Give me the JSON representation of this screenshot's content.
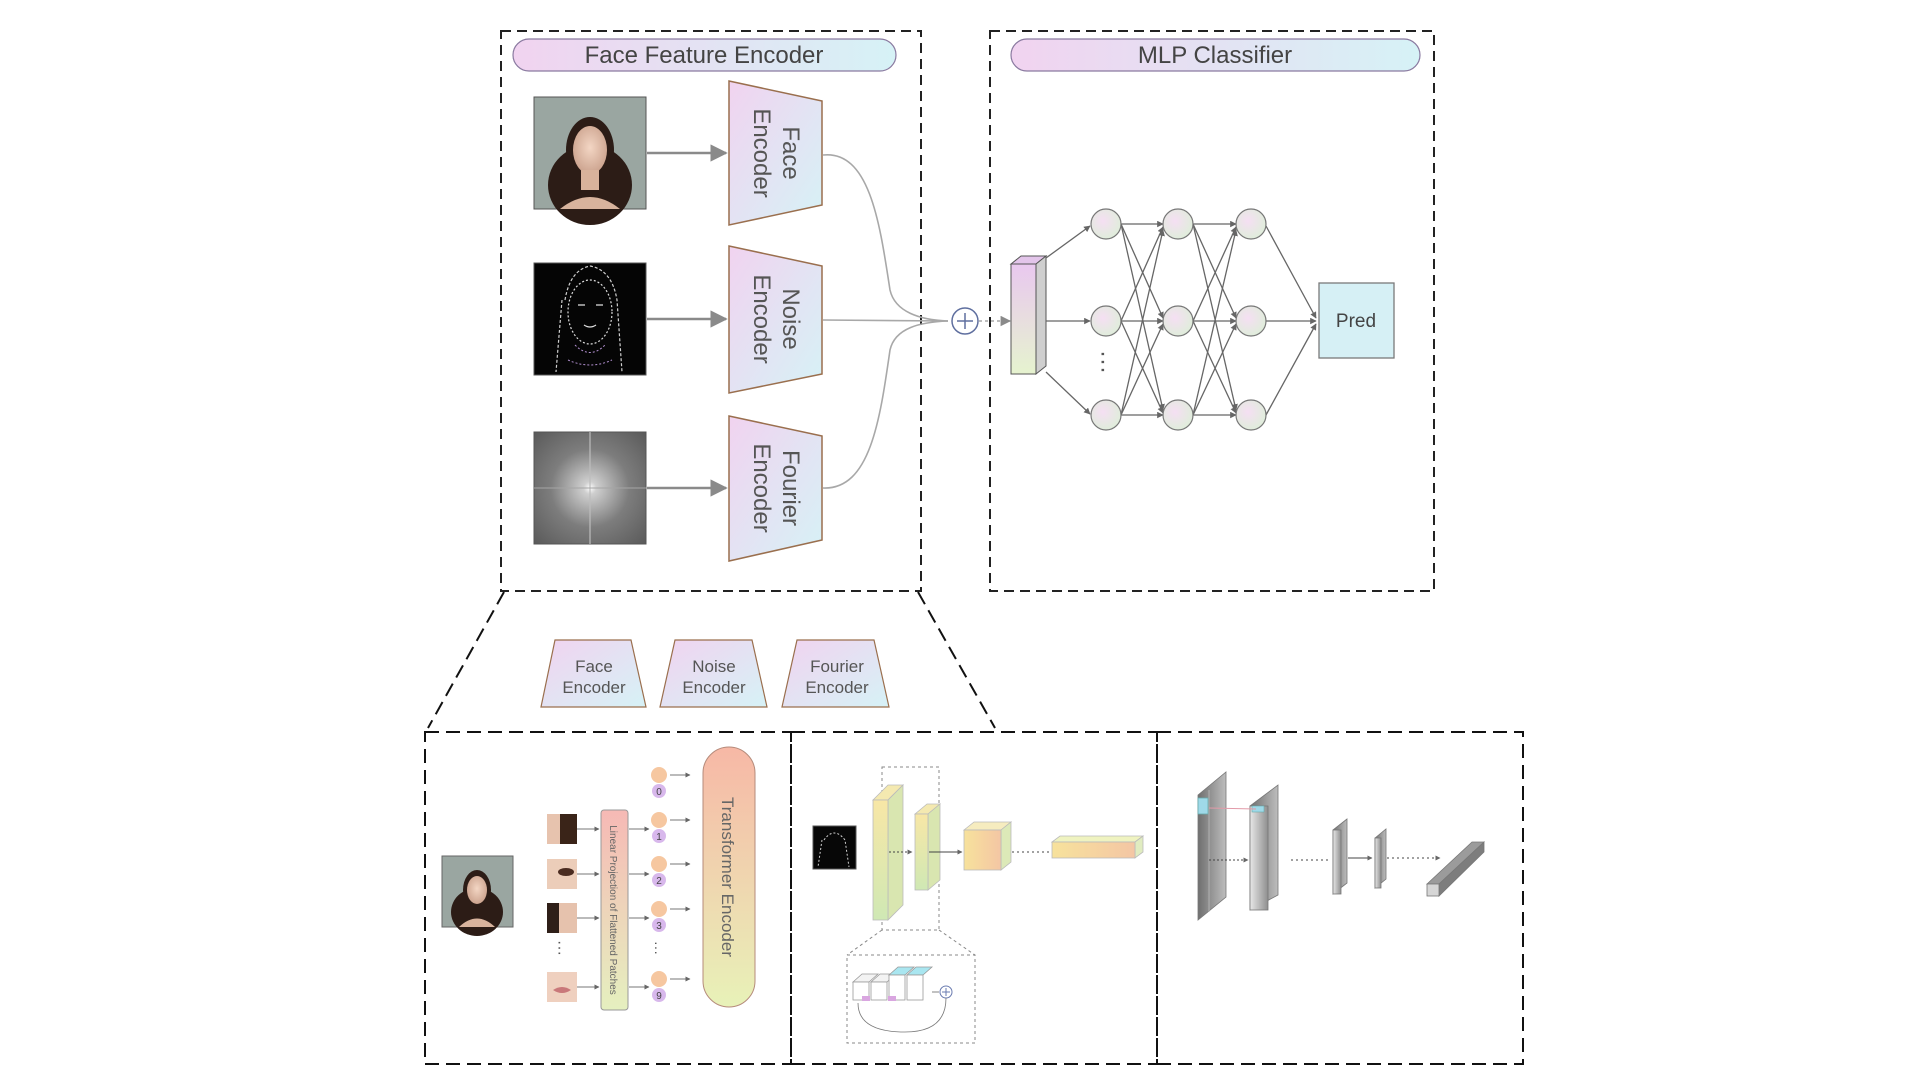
{
  "face_feature_encoder": {
    "title": "Face Feature Encoder",
    "encoders": [
      {
        "line1": "Face",
        "line2": "Encoder"
      },
      {
        "line1": "Noise",
        "line2": "Encoder"
      },
      {
        "line1": "Fourier",
        "line2": "Encoder"
      }
    ]
  },
  "mlp_classifier": {
    "title": "MLP Classifier",
    "pred_label": "Pred"
  },
  "encoder_legend": [
    {
      "line1": "Face",
      "line2": "Encoder"
    },
    {
      "line1": "Noise",
      "line2": "Encoder"
    },
    {
      "line1": "Fourier",
      "line2": "Encoder"
    }
  ],
  "vit_panel": {
    "linear_projection_label": "Linear Projection of Flattened Patches",
    "transformer_label": "Transformer Encoder",
    "token_ids": [
      "0",
      "1",
      "2",
      "3",
      "9"
    ]
  },
  "colors": {
    "pastel_start": "#f2d6f0",
    "pastel_end": "#d8f1f5",
    "token_orange": "#f6c7a0",
    "token_purple": "#d8b8ec",
    "line_gray": "#9a9a9a"
  }
}
